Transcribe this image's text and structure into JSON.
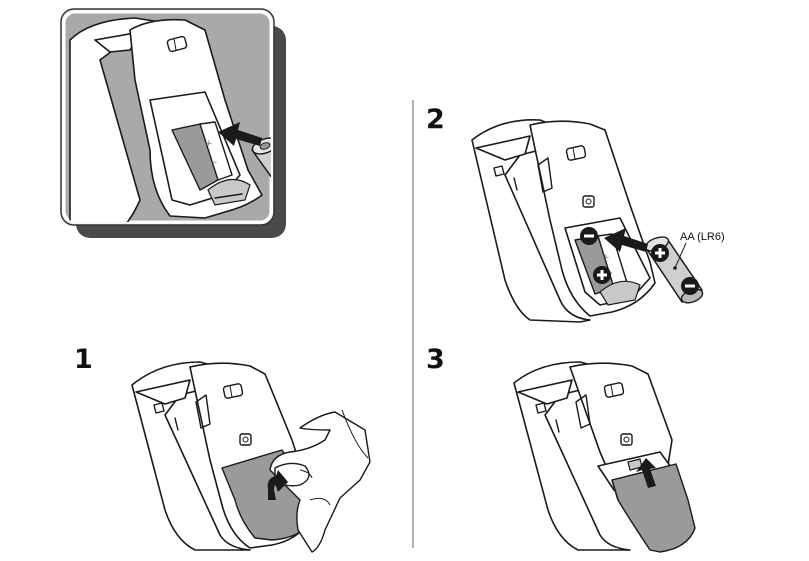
{
  "steps": {
    "one": "1",
    "two": "2",
    "three": "3"
  },
  "battery_label": "AA (LR6)",
  "polarity": {
    "plus": "+",
    "minus": "−"
  }
}
